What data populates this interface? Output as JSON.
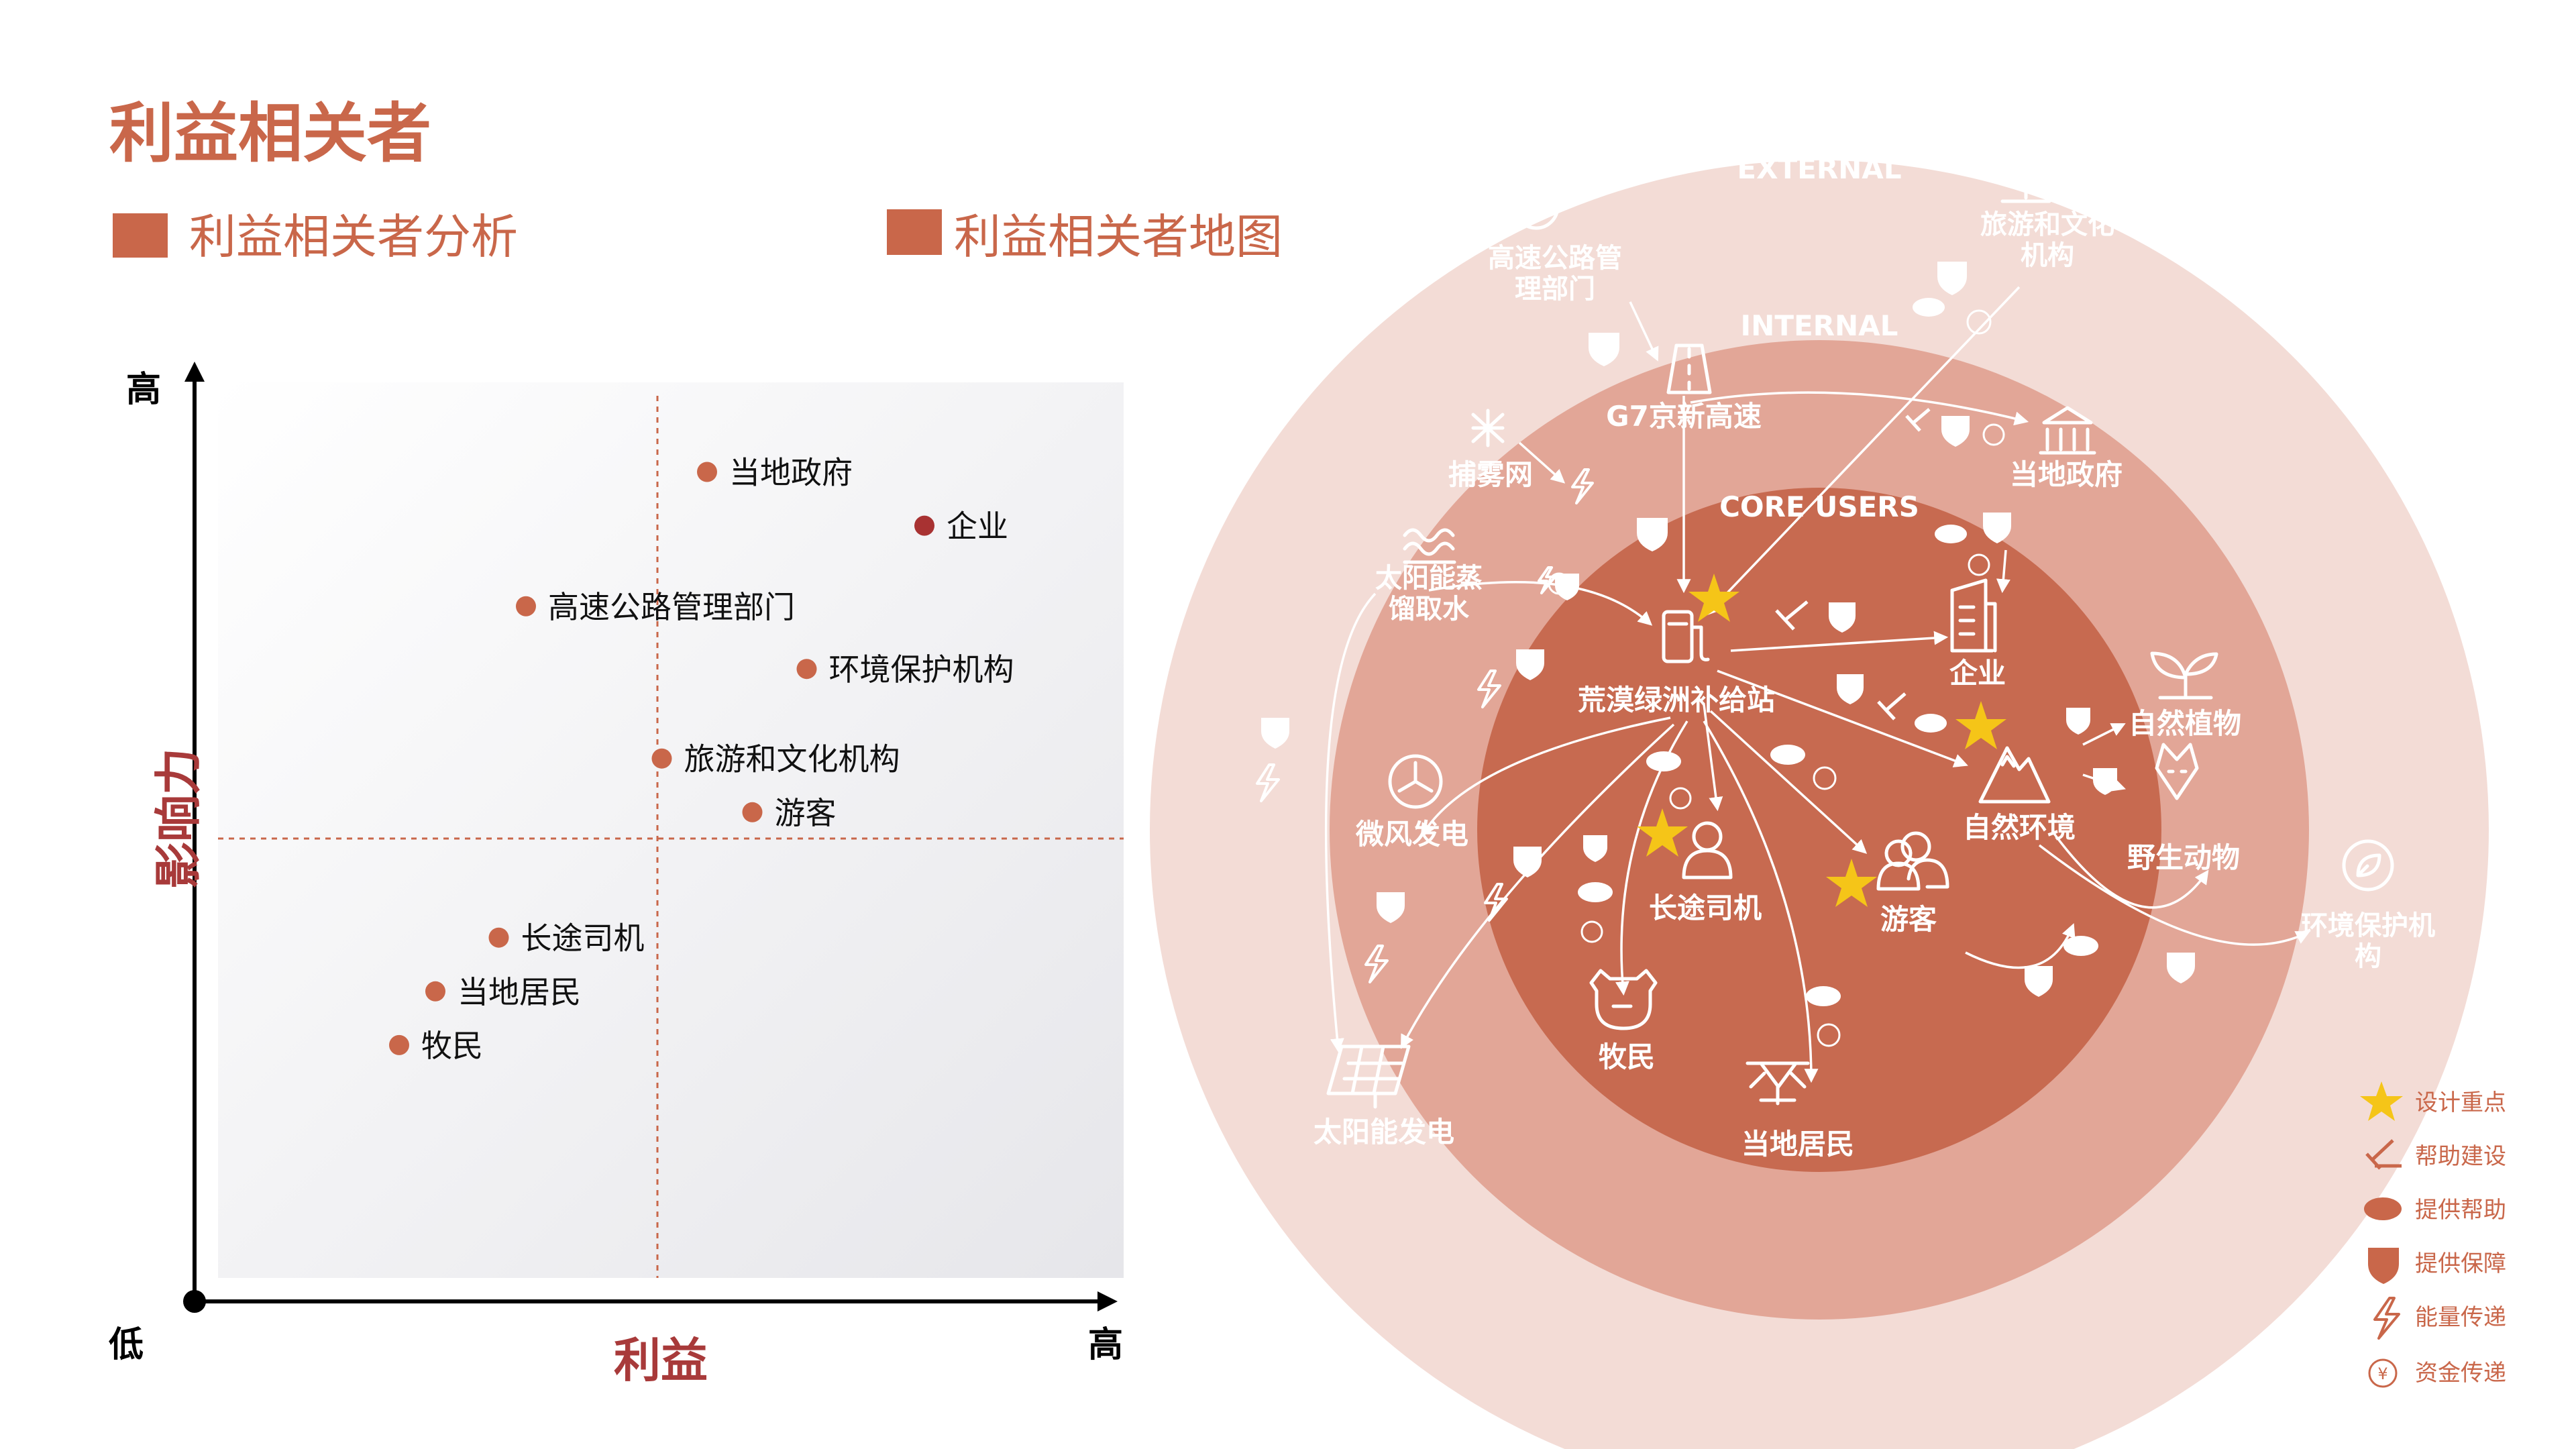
{
  "page": {
    "title": "利益相关者",
    "section_analysis": "利益相关者分析",
    "section_map": "利益相关者地图"
  },
  "colors": {
    "accent": "#c9674a",
    "dark_accent": "#a83a3a",
    "dot_highlight": "#a83232",
    "ring_outer": "#f3dcd6",
    "ring_middle": "#e2a697",
    "ring_core": "#c76a50",
    "star": "#f5c518"
  },
  "matrix": {
    "y_high": "高",
    "y_low": "低",
    "x_high": "高",
    "y_axis_label": "影响力",
    "x_axis_label": "利益",
    "points": [
      {
        "label": "当地政府",
        "interest": 0.54,
        "influence": 0.9,
        "highlight": false
      },
      {
        "label": "企业",
        "interest": 0.78,
        "influence": 0.84,
        "highlight": true
      },
      {
        "label": "高速公路管理部门",
        "interest": 0.34,
        "influence": 0.75,
        "highlight": false
      },
      {
        "label": "环境保护机构",
        "interest": 0.65,
        "influence": 0.68,
        "highlight": false
      },
      {
        "label": "旅游和文化机构",
        "interest": 0.49,
        "influence": 0.58,
        "highlight": false
      },
      {
        "label": "游客",
        "interest": 0.59,
        "influence": 0.52,
        "highlight": false
      },
      {
        "label": "长途司机",
        "interest": 0.31,
        "influence": 0.38,
        "highlight": false
      },
      {
        "label": "当地居民",
        "interest": 0.24,
        "influence": 0.32,
        "highlight": false
      },
      {
        "label": "牧民",
        "interest": 0.2,
        "influence": 0.26,
        "highlight": false
      }
    ]
  },
  "map": {
    "ring_external": "EXTERNAL",
    "ring_internal": "INTERNAL",
    "ring_core": "CORE USERS",
    "nodes": [
      {
        "label": "高速公路管\n理部门",
        "icon": "guard-icon",
        "ring": "external"
      },
      {
        "label": "旅游和文化\n机构",
        "icon": "beach-umbrella-icon",
        "ring": "external"
      },
      {
        "label": "G7京新高速",
        "icon": "highway-icon",
        "ring": "internal"
      },
      {
        "label": "当地政府",
        "icon": "government-building-icon",
        "ring": "internal"
      },
      {
        "label": "捕雾网",
        "icon": "fog-net-icon",
        "ring": "internal"
      },
      {
        "label": "太阳能蒸\n馏取水",
        "icon": "water-waves-icon",
        "ring": "internal"
      },
      {
        "label": "荒漠绿洲补给站",
        "icon": "fuel-station-icon",
        "ring": "core",
        "star": true
      },
      {
        "label": "企业",
        "icon": "office-building-icon",
        "ring": "core"
      },
      {
        "label": "自然环境",
        "icon": "mountain-icon",
        "ring": "core",
        "star": true
      },
      {
        "label": "自然植物",
        "icon": "sprout-icon",
        "ring": "internal"
      },
      {
        "label": "野生动物",
        "icon": "fox-icon",
        "ring": "internal"
      },
      {
        "label": "微风发电",
        "icon": "wind-turbine-icon",
        "ring": "internal"
      },
      {
        "label": "长途司机",
        "icon": "driver-icon",
        "ring": "core",
        "star": true
      },
      {
        "label": "游客",
        "icon": "tourists-icon",
        "ring": "core",
        "star": true
      },
      {
        "label": "牧民",
        "icon": "cow-icon",
        "ring": "internal"
      },
      {
        "label": "当地居民",
        "icon": "ethnic-pattern-icon",
        "ring": "internal"
      },
      {
        "label": "太阳能发电",
        "icon": "solar-panel-icon",
        "ring": "external"
      },
      {
        "label": "环境保护机\n构",
        "icon": "leaf-icon",
        "ring": "external"
      }
    ]
  },
  "legend": [
    {
      "icon": "star",
      "label": "设计重点"
    },
    {
      "icon": "hammer",
      "label": "帮助建设"
    },
    {
      "icon": "handshake",
      "label": "提供帮助"
    },
    {
      "icon": "shield",
      "label": "提供保障"
    },
    {
      "icon": "lightning",
      "label": "能量传递"
    },
    {
      "icon": "yen",
      "label": "资金传递"
    }
  ]
}
